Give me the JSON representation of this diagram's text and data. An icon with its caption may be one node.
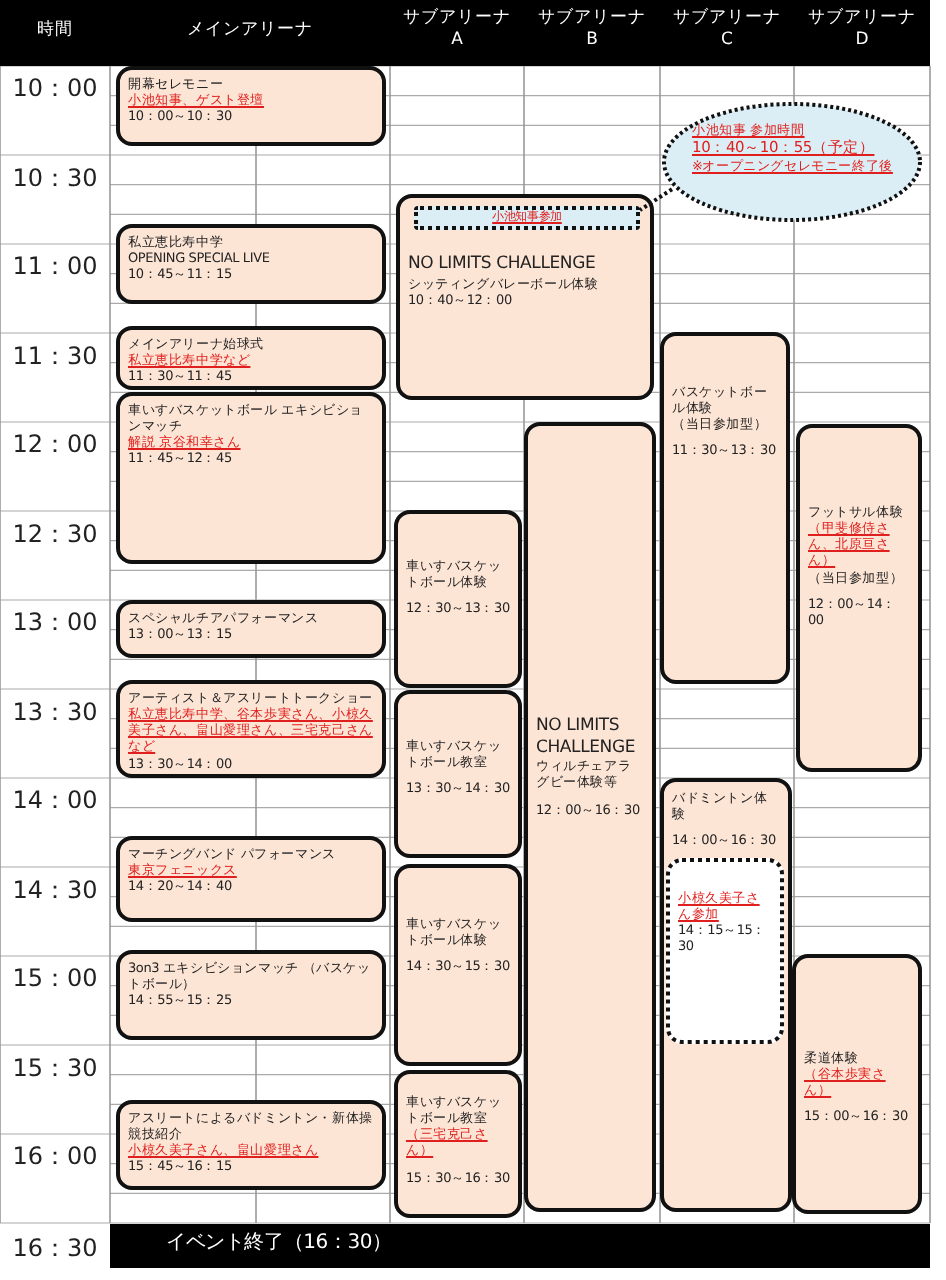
{
  "diagram": {
    "nodes": [
      {
        "text": [
          "開幕セレモニー",
          "小池知事、ゲスト登壇",
          "10：00～10：30"
        ]
      },
      {
        "text": [
          "小池知事 参加時間",
          "10：40～10：55（予定）",
          "※オープニングセレモニー終了後"
        ]
      },
      {
        "text": [
          "NO LIMITS CHALLENGE",
          "シッティングバレーボール体験",
          "10：40～12：00"
        ]
      },
      {
        "text": [
          "小池知事参加"
        ],
        "in": 2
      },
      {
        "text": [
          "私立恵比寿中学",
          "OPENING SPECIAL LIVE",
          "10：45～11：15"
        ]
      },
      {
        "text": [
          "メインアリーナ始球式",
          "私立恵比寿中学など",
          "11：30～11：45"
        ]
      },
      {
        "text": [
          "バスケットボール体験",
          "（当日参加型）",
          "11：30～13：30"
        ]
      },
      {
        "text": [
          "車いすバスケットボール エキシビションマッチ",
          "解説 京谷和幸さん",
          "11：45～12：45"
        ]
      },
      {
        "text": [
          "NO LIMITS CHALLENGE",
          "ウィルチェアラグビー体験等",
          "12：00～16：30"
        ]
      },
      {
        "text": [
          "フットサル体験",
          "（甲斐修侍さん、北原亘さん）",
          "（当日参加型）",
          "12：00～14：00"
        ]
      },
      {
        "text": [
          "車いすバスケットボール体験",
          "12：30～13：30"
        ]
      },
      {
        "text": [
          "スペシャルチアパフォーマンス",
          "13：00～13：15"
        ]
      },
      {
        "text": [
          "アーティスト＆アスリートトークショー",
          "私立恵比寿中学、谷本歩実さん、小椋久美子さん、畠山愛理さん、三宅克己さんなど",
          "13：30～14：00"
        ]
      },
      {
        "text": [
          "車いすバスケットボール教室",
          "13：30～14：30"
        ]
      },
      {
        "text": [
          "バドミントン体験",
          "14：00～16：30"
        ]
      },
      {
        "text": [
          "小椋久美子さん参加",
          "14：15～15：30"
        ],
        "in": 14
      },
      {
        "text": [
          "マーチングバンド パフォーマンス",
          "東京フェニックス",
          "14：20～14：40"
        ]
      },
      {
        "text": [
          "車いすバスケットボール体験",
          "14：30～15：30"
        ]
      },
      {
        "text": [
          "3on3 エキシビションマッチ （バスケットボール）",
          "14：55～15：25"
        ]
      },
      {
        "text": [
          "柔道体験",
          "（谷本歩実さん）",
          "15：00～16：30"
        ]
      },
      {
        "text": [
          "車いすバスケットボール教室",
          "（三宅克己さん）",
          "15：30～16：30"
        ]
      },
      {
        "text": [
          "アスリートによるバドミントン・新体操競技紹介",
          "小椋久美子さん、畠山愛理さん",
          "15：45～16：15"
        ]
      },
      {
        "text": [
          "イベント終了（16：30）"
        ]
      }
    ],
    "edges": [
      {
        "from": 1,
        "to": 3,
        "arrow": "none",
        "style": "dashed"
      }
    ],
    "labels": [
      "時間",
      "メインアリーナ",
      "サブアリーナ A",
      "サブアリーナ B",
      "サブアリーナ C",
      "サブアリーナ D",
      "10：00",
      "10：30",
      "11：00",
      "11：30",
      "12：00",
      "12：30",
      "13：00",
      "13：30",
      "14：00",
      "14：30",
      "15：00",
      "15：30",
      "16：00",
      "16：30"
    ]
  }
}
